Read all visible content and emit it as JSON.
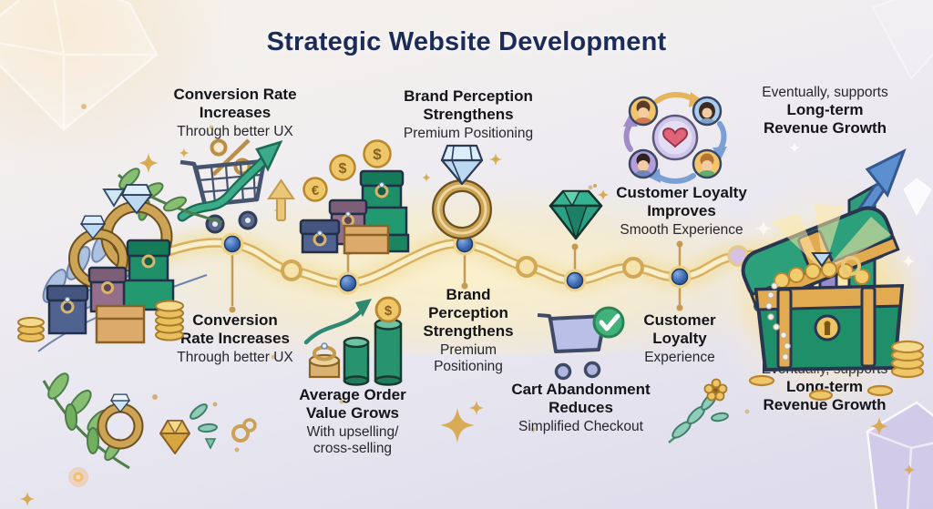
{
  "title": "Strategic Website Development",
  "glyphs": {
    "euro": "€",
    "dollar": "$"
  },
  "colors": {
    "title_navy": "#1c2b57",
    "path_gold": "#d9b05e",
    "node_blue": "#3f6cb4",
    "node_gold": "#f6e3ab",
    "node_purple": "#d6c2e6",
    "accent_green": "#2f9e7d",
    "emerald": "#2aa183",
    "coin_gold": "#eec768"
  },
  "icons": {
    "conversion": "shopping-cart-growth-arrow-percent",
    "aov_top": "jewelry-gift-boxes-with-coins",
    "aov_bottom": "rising-cylinder-bars-dollar",
    "brand": "diamond-ring",
    "cart_node": "emerald-diamond",
    "cart": "shopping-cart-checkmark",
    "loyalty": "customers-cycle-heart",
    "revenue": "treasure-chest-growth-chart"
  },
  "steps": [
    {
      "id": "conversion-rate",
      "top": {
        "title": "Conversion Rate Increases",
        "subtitle": "Through better UX"
      },
      "bottom": {
        "title": "Conversion Rate Increases",
        "subtitle": "Through better UX"
      }
    },
    {
      "id": "average-order-value",
      "bottom": {
        "title": "Average Order Value Grows",
        "subtitle": "With upselling/ cross-selling"
      }
    },
    {
      "id": "brand-perception",
      "top": {
        "title": "Brand Perception Strengthens",
        "subtitle": "Premium Positioning"
      },
      "bottom": {
        "title": "Brand Perception Strengthens",
        "subtitle": "Premium Positioning"
      }
    },
    {
      "id": "cart-abandonment",
      "bottom": {
        "title": "Cart Abandonment Reduces",
        "subtitle": "Simplified Checkout"
      }
    },
    {
      "id": "customer-loyalty",
      "top": {
        "title": "Customer Loyalty Improves",
        "subtitle": "Smooth Experience"
      },
      "bottom": {
        "title": "Customer Loyalty",
        "subtitle": "Experience"
      }
    },
    {
      "id": "revenue-growth",
      "top": {
        "prefix": "Eventually, supports",
        "title": "Long-term Revenue Growth"
      },
      "bottom": {
        "prefix": "Eventually, supports",
        "title": "Long-term Revenue Growth"
      }
    }
  ]
}
